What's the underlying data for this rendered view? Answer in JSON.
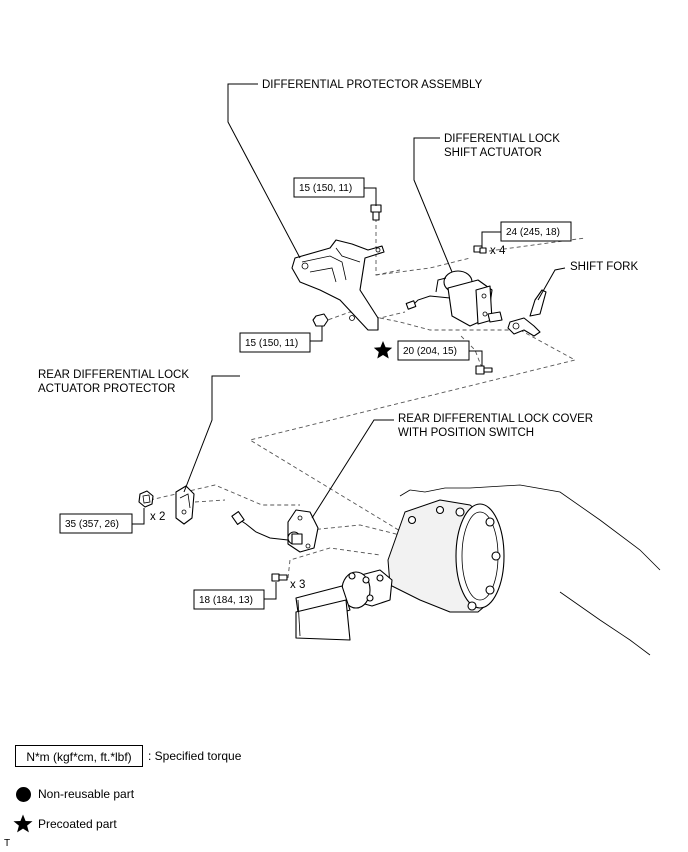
{
  "labels": {
    "diff_protector": "DIFFERENTIAL PROTECTOR ASSEMBLY",
    "lock_actuator_1": "DIFFERENTIAL LOCK",
    "lock_actuator_2": "SHIFT ACTUATOR",
    "shift_fork": "SHIFT FORK",
    "rear_protector_1": "REAR DIFFERENTIAL LOCK",
    "rear_protector_2": "ACTUATOR PROTECTOR",
    "rear_cover_1": "REAR DIFFERENTIAL LOCK COVER",
    "rear_cover_2": "WITH POSITION SWITCH"
  },
  "torques": {
    "t1": "15 (150, 11)",
    "t2": "24 (245, 18)",
    "t3": "15 (150, 11)",
    "t4": "20 (204, 15)",
    "t5": "35 (357, 26)",
    "t6": "18 (184, 13)"
  },
  "quantities": {
    "q1": "x 4",
    "q2": "x 2",
    "q3": "x 3"
  },
  "legend": {
    "torque_box": "N*m (kgf*cm, ft.*lbf)",
    "torque_text": ": Specified torque",
    "nonreusable": "Non-reusable part",
    "precoated": "Precoated part"
  },
  "corner_mark": "T"
}
